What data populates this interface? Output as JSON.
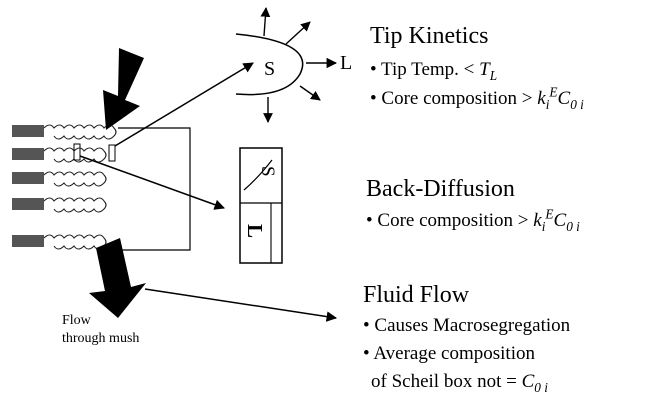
{
  "diagram": {
    "tip_label_solid": "S",
    "tip_label_liquid": "L",
    "box_label_solid": "S",
    "box_label_liquid": "L",
    "flow_caption_line1": "Flow",
    "flow_caption_line2": "through mush"
  },
  "sections": {
    "tip": {
      "title": "Tip Kinetics",
      "b1_text": "• Tip Temp. < ",
      "b1_var": "T",
      "b1_sub": "L",
      "b2_text": "• Core composition > ",
      "b2_k": "k",
      "b2_k_sub": "i",
      "b2_k_sup": "E",
      "b2_c": "C",
      "b2_c_sub": "0 i"
    },
    "back": {
      "title": "Back-Diffusion",
      "b1_text": "• Core composition > ",
      "b1_k": "k",
      "b1_k_sub": "i",
      "b1_k_sup": "E",
      "b1_c": "C",
      "b1_c_sub": "0 i"
    },
    "fluid": {
      "title": "Fluid Flow",
      "b1_text": "• Causes Macrosegregation",
      "b2_text": "• Average composition",
      "b3_text": "of Scheil box not = ",
      "b3_c": "C",
      "b3_c_sub": "0 i"
    }
  }
}
